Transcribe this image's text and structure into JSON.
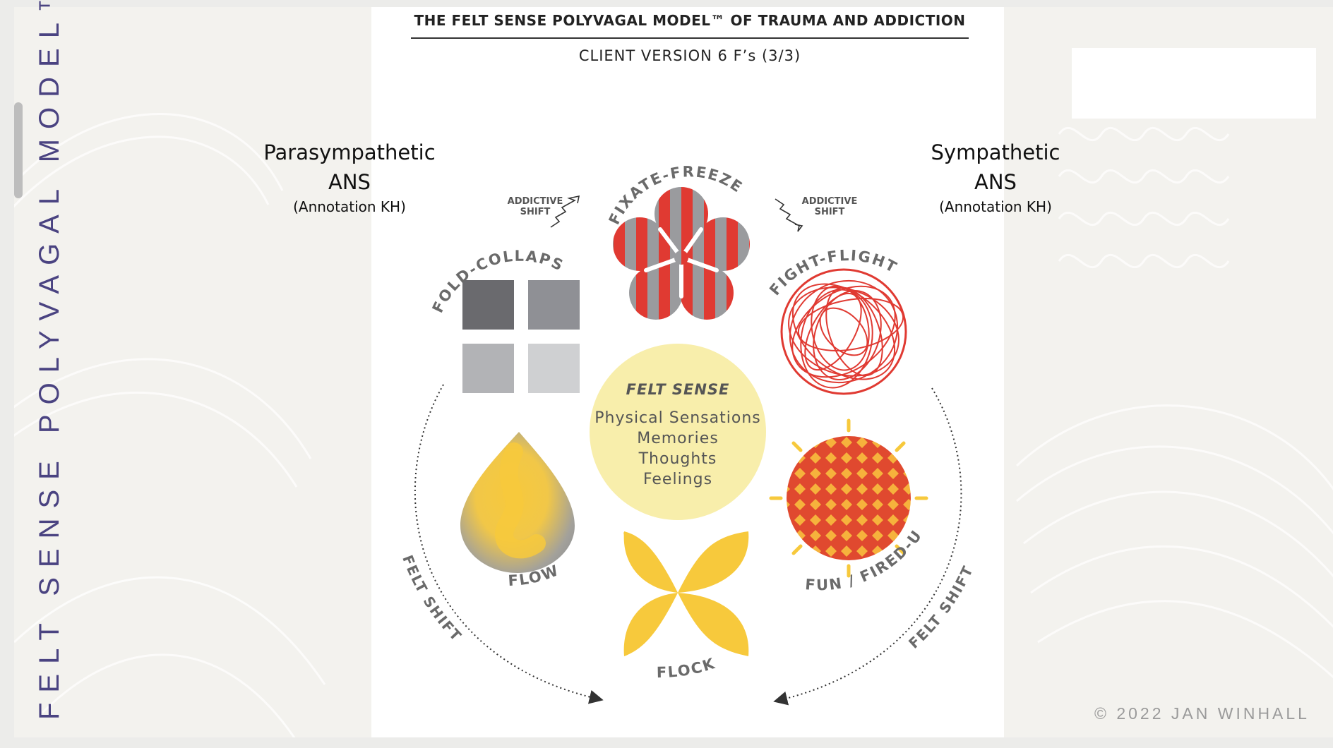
{
  "vertical_title": "FELT SENSE POLYVAGAL MODEL™",
  "header": {
    "title": "THE FELT SENSE POLYVAGAL MODEL™ OF TRAUMA AND ADDICTION",
    "subtitle": "CLIENT VERSION 6 F’s (3/3)"
  },
  "left_label": {
    "line1": "Parasympathetic",
    "line2": "ANS",
    "line3": "(Annotation KH)"
  },
  "right_label": {
    "line1": "Sympathetic",
    "line2": "ANS",
    "line3": "(Annotation KH)"
  },
  "states": {
    "fixate_freeze": "FIXATE-FREEZE",
    "fold_collapse": "FOLD-COLLAPSE",
    "fight_flight": "FIGHT-FLIGHT",
    "flow": "FLOW",
    "flock": "FLOCK",
    "fun_fired_up": "FUN / FIRED-UP"
  },
  "shifts": {
    "addictive_left": {
      "line1": "ADDICTIVE",
      "line2": "SHIFT"
    },
    "addictive_right": {
      "line1": "ADDICTIVE",
      "line2": "SHIFT"
    },
    "felt_left": "FELT SHIFT",
    "felt_right": "FELT SHIFT"
  },
  "center": {
    "title": "FELT SENSE",
    "lines": [
      "Physical Sensations",
      "Memories",
      "Thoughts",
      "Feelings"
    ]
  },
  "copyright": "© 2022 JAN WINHALL",
  "colors": {
    "red": "#e03a32",
    "gray": "#9a9b9e",
    "yellow": "#f7c93c",
    "center_fill": "#f8eeab",
    "purple": "#4a4381",
    "label_gray": "#555555"
  }
}
